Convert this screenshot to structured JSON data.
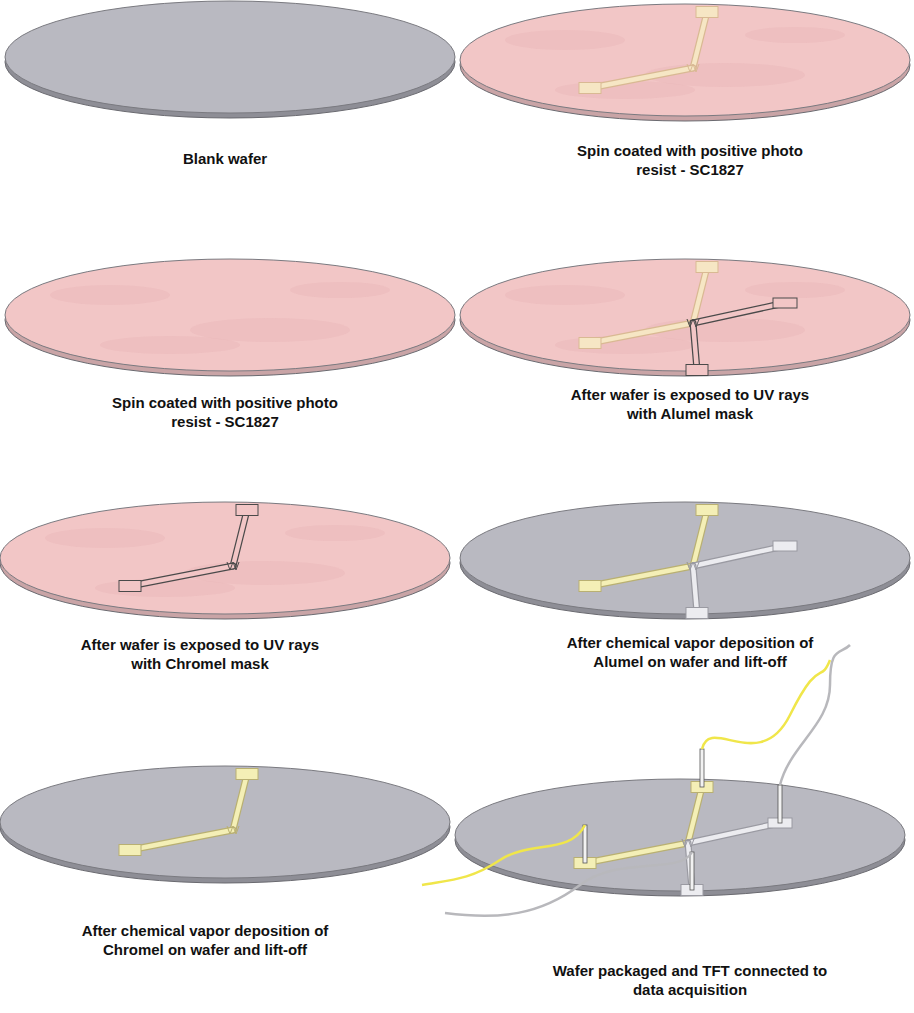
{
  "diagram": {
    "labels": [
      "Blank wafer",
      "Spin coated with positive photo resist - SC1827",
      "Spin coated with positive photo resist - SC1827",
      "After wafer is exposed to UV rays with Alumel mask",
      "After wafer is exposed to UV rays with Chromel mask",
      "After chemical vapor deposition of Alumel on wafer and lift-off",
      "After chemical vapor deposition of Chromel on wafer and lift-off",
      "Wafer packaged and TFT connected to data acquisition"
    ]
  }
}
